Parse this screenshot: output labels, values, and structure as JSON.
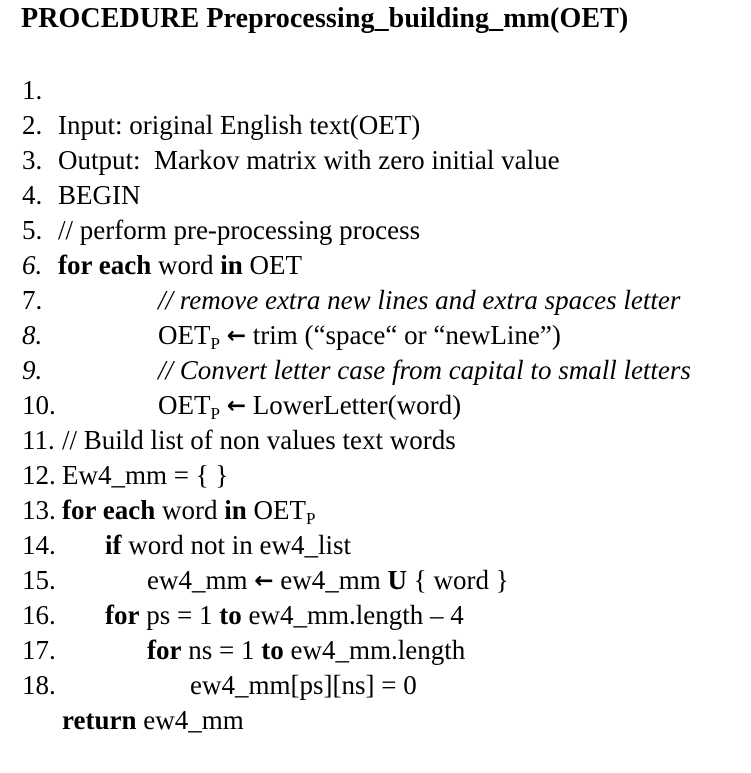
{
  "document": {
    "kind": "pseudocode-listing",
    "background_color": "#ffffff",
    "text_color": "#000000",
    "title": {
      "keyword": "PROCEDURE",
      "name": "Preprocessing_building_mm(OET)",
      "full": "PROCEDURE Preprocessing_building_mm(OET)"
    },
    "lines": [
      {
        "number": "1.",
        "number_style": "roman",
        "indent": 58,
        "text": "Input: original English text(OET)"
      },
      {
        "number": "2.",
        "number_style": "roman",
        "indent": 58,
        "text": "Output:  Markov matrix with zero initial value"
      },
      {
        "number": "3.",
        "number_style": "roman",
        "indent": 58,
        "text": "BEGIN"
      },
      {
        "number": "4.",
        "number_style": "roman",
        "indent": 58,
        "text": "// perform pre-processing process"
      },
      {
        "number": "5.",
        "number_style": "roman",
        "indent": 58,
        "text": "for each word in OET",
        "bold_parts": [
          "for each",
          "in"
        ]
      },
      {
        "number": "6.",
        "number_style": "italic",
        "indent": 158,
        "style": "italic",
        "text": "// remove extra new lines and extra spaces letter"
      },
      {
        "number": "7.",
        "number_style": "roman",
        "indent": 158,
        "text": "OETP ← trim (“space“ or “newLine”)",
        "has_subscript_P": true
      },
      {
        "number": "8.",
        "number_style": "italic",
        "indent": 158,
        "style": "italic",
        "text": "// Convert letter case from capital to small letters"
      },
      {
        "number": "9.",
        "number_style": "italic",
        "indent": 158,
        "text": "OETP ← LowerLetter(word)",
        "has_subscript_P": true
      },
      {
        "number": "10.",
        "number_style": "roman",
        "indent": 62,
        "text": "// Build list of non values text words"
      },
      {
        "number": "11.",
        "number_style": "roman",
        "indent": 62,
        "text": "Ew4_mm = { }"
      },
      {
        "number": "12.",
        "number_style": "roman",
        "indent": 62,
        "text": "for each word in OETP",
        "bold_parts": [
          "for each",
          "in"
        ],
        "has_subscript_P": true
      },
      {
        "number": "13.",
        "number_style": "roman",
        "indent": 105,
        "text": "if word not in ew4_list",
        "bold_parts": [
          "if"
        ]
      },
      {
        "number": "14.",
        "number_style": "roman",
        "indent": 147,
        "text": "ew4_mm ← ew4_mm U { word }",
        "bold_parts": [
          "U"
        ]
      },
      {
        "number": "15.",
        "number_style": "roman",
        "indent": 105,
        "text": "for ps = 1 to ew4_mm.length – 4",
        "bold_parts": [
          "for",
          "to"
        ]
      },
      {
        "number": "16.",
        "number_style": "roman",
        "indent": 147,
        "text": "for ns = 1 to ew4_mm.length",
        "bold_parts": [
          "for",
          "to"
        ]
      },
      {
        "number": "17.",
        "number_style": "roman",
        "indent": 190,
        "text": "ew4_mm[ps][ns] = 0"
      },
      {
        "number": "18.",
        "number_style": "roman",
        "indent": 62,
        "text": "return ew4_mm",
        "bold_parts": [
          "return"
        ]
      }
    ],
    "segments": {
      "l1": "Input: original English text(OET)",
      "l2": "Output:  Markov matrix with zero initial value",
      "l3": "BEGIN",
      "l4": "// perform pre-processing process",
      "l5_a": "for each",
      "l5_b": " word ",
      "l5_c": "in",
      "l5_d": " OET",
      "l6": "// remove extra new lines and extra spaces letter",
      "l7_a": "OET",
      "l7_sub": "P",
      "l7_b": " trim (“space“ or “newLine”)",
      "l8": "// Convert letter case from capital to small letters",
      "l9_a": "OET",
      "l9_sub": "P",
      "l9_b": " LowerLetter(word)",
      "l10": "// Build list of non values text words",
      "l11": "Ew4_mm = { }",
      "l12_a": "for each",
      "l12_b": " word ",
      "l12_c": "in",
      "l12_d": " OET",
      "l12_sub": "P",
      "l13_a": "if",
      "l13_b": " word not in ew4_list",
      "l14_a": "ew4_mm ",
      "l14_b": " ew4_mm ",
      "l14_c": "U",
      "l14_d": " { word }",
      "l15_a": "for",
      "l15_b": " ps = 1 ",
      "l15_c": "to",
      "l15_d": " ew4_mm.length – 4",
      "l16_a": "for",
      "l16_b": " ns = 1 ",
      "l16_c": "to",
      "l16_d": " ew4_mm.length",
      "l17": "ew4_mm[ps][ns] = 0",
      "l18_a": "return",
      "l18_b": " ew4_mm",
      "arrow": "←"
    },
    "numbers": {
      "n1": "1.",
      "n2": "2.",
      "n3": "3.",
      "n4": "4.",
      "n5": "5.",
      "n6": "6.",
      "n7": "7.",
      "n8": "8.",
      "n9": "9.",
      "n10": "10.",
      "n11": "11.",
      "n12": "12.",
      "n13": "13.",
      "n14": "14.",
      "n15": "15.",
      "n16": "16.",
      "n17": "17.",
      "n18": "18."
    }
  }
}
